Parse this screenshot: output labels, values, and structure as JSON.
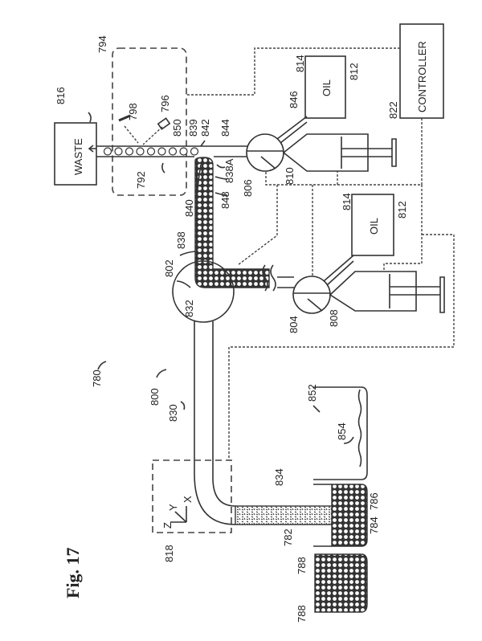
{
  "figure": {
    "title": "Fig. 17",
    "system_ref": "780",
    "subsystem_ref": "800"
  },
  "labels": {
    "waste_ref": "816",
    "waste": "WASTE",
    "detection_ref": "794",
    "detector_ref": "798",
    "light_source_ref": "796",
    "detect_droplet_ref": "792",
    "spaced_droplets_ref": "850",
    "junction_ref": "839",
    "junction_droplet_ref": "842",
    "spacing_channel_ref": "844",
    "stream_end_ref": "838A",
    "valve_upper_ref": "806",
    "syringe_upper_ref": "810",
    "packed_arrow_ref": "840",
    "packed_droplets_ref": "848",
    "packed_stream_ref": "838",
    "coupler_ref": "802",
    "tube_inner_ref": "832",
    "tube_ref": "830",
    "valve_lower_ref": "804",
    "syringe_lower_ref": "808",
    "oil_upper_ref": "814",
    "oil_upper": "OIL",
    "oil_upper_container_ref": "812",
    "oil_line_ref": "846",
    "oil_lower_ref": "814",
    "oil_lower": "OIL",
    "oil_lower_container_ref": "812",
    "controller_ref": "822",
    "controller": "CONTROLLER",
    "reservoir_ref": "852",
    "reservoir_fluid_ref": "854",
    "tube_fill_ref": "834",
    "stage_ref": "818",
    "axis_z": "Z",
    "axis_y": "Y",
    "axis_x": "X",
    "tip_ref": "782",
    "well_ref_1": "788",
    "well_ref_2": "788",
    "droplets_ref": "784",
    "well_ref_3": "786"
  }
}
